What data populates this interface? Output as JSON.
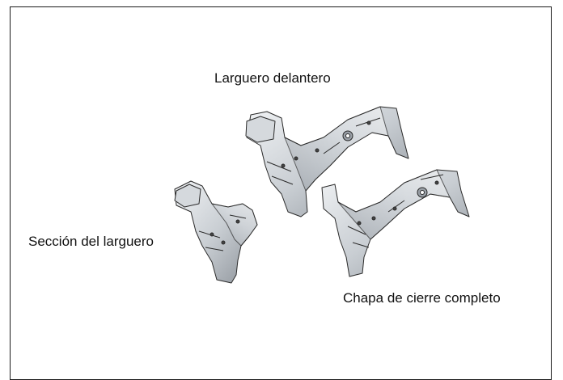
{
  "labels": {
    "front_rail": "Larguero delantero",
    "rail_section": "Sección del larguero",
    "closing_plate": "Chapa de cierre completo"
  },
  "colors": {
    "frame": "#1a1a1a",
    "metal_light": "#e4e7ea",
    "metal_mid": "#b9bec4",
    "metal_dark": "#6e747b",
    "outline": "#2a2a2a"
  }
}
